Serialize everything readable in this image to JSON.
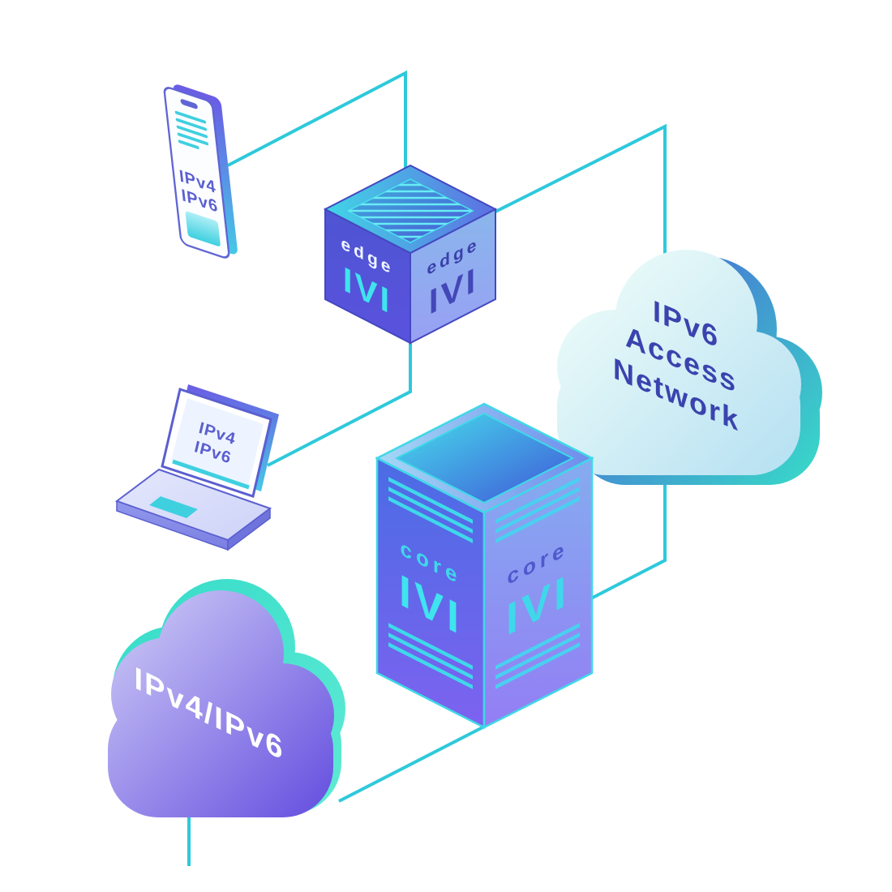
{
  "connectors": {
    "color": "#2EC9DB"
  },
  "phone": {
    "icon": "smartphone-icon",
    "line1": "IPv4",
    "line2": "IPv6",
    "text_color": "#5B5FD0"
  },
  "edge_router": {
    "icon": "edge-router-cube-icon",
    "left_label": "edge",
    "left_logo": "IVI",
    "right_label": "edge",
    "right_logo": "IVI",
    "logo_color": "#3FE4EE",
    "side_text_color": "#3A40AA"
  },
  "access_cloud": {
    "icon": "cloud-icon",
    "line1": "IPv6",
    "line2": "Access",
    "line3": "Network",
    "text_color": "#3A43AE"
  },
  "laptop": {
    "icon": "laptop-icon",
    "line1": "IPv4",
    "line2": "IPv6",
    "text_color": "#5B5FD0"
  },
  "core_router": {
    "icon": "core-router-tower-icon",
    "left_label": "core",
    "left_logo": "IVI",
    "right_label": "core",
    "right_logo": "IVI",
    "logo_color": "#3FD8EA",
    "side_text_color": "#5058CC"
  },
  "internet_cloud": {
    "icon": "cloud-icon",
    "label": "IPv4/IPv6",
    "text_color": "#FFFFFF"
  }
}
